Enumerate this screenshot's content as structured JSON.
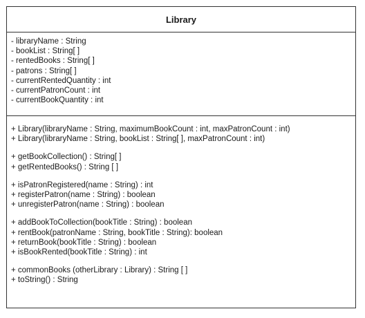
{
  "class_name": "Library",
  "attributes": [
    "- libraryName : String",
    "- bookList : String[ ]",
    "- rentedBooks : String[ ]",
    "- patrons : String[ ]",
    "- currentRentedQuantity : int",
    "- currentPatronCount : int",
    "- currentBookQuantity : int"
  ],
  "method_groups": [
    {
      "methods": [
        "+ Library(libraryName : String, maximumBookCount : int, maxPatronCount : int)",
        "+ Library(libraryName : String, bookList : String[ ], maxPatronCount : int)"
      ]
    },
    {
      "methods": [
        "+ getBookCollection() : String[ ]",
        "+ getRentedBooks() : String [ ]"
      ]
    },
    {
      "methods": [
        "+ isPatronRegistered(name : String) : int",
        "+ registerPatron(name : String) : boolean",
        "+ unregisterPatron(name : String) : boolean"
      ]
    },
    {
      "methods": [
        "+ addBookToCollection(bookTitle : String) : boolean",
        "+ rentBook(patronName : String, bookTitle : String): boolean",
        "+ returnBook(bookTitle : String) : boolean",
        "+ isBookRented(bookTitle : String) : int"
      ]
    },
    {
      "methods": [
        "+ commonBooks (otherLibrary : Library) : String [ ]",
        "+ toString() : String"
      ]
    }
  ]
}
